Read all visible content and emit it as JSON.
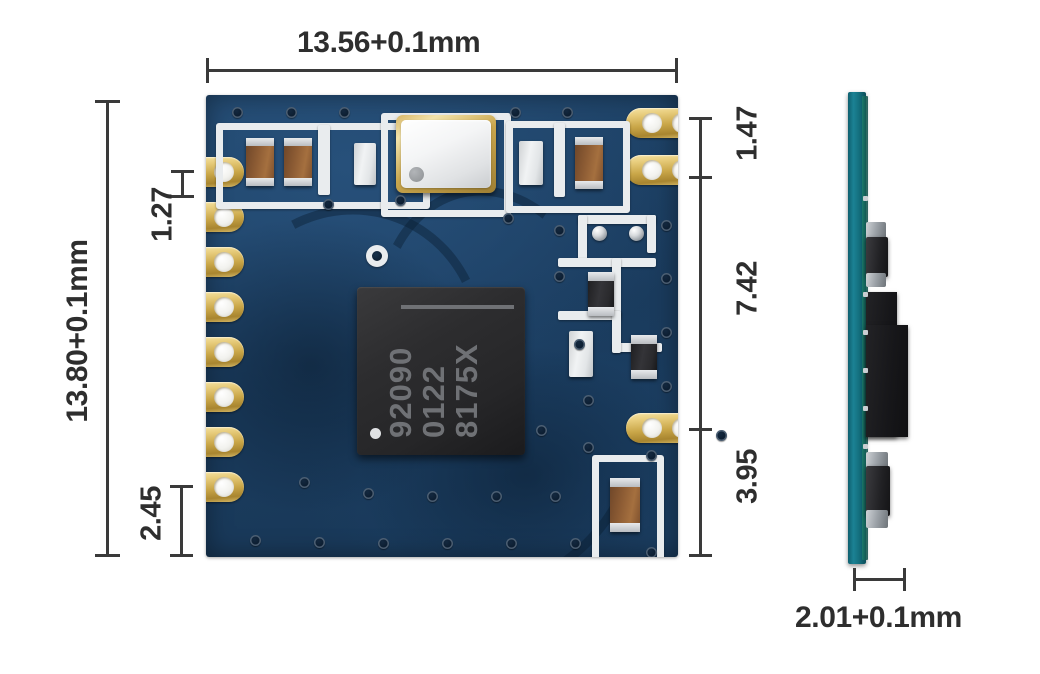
{
  "drawing": {
    "title": "RF module mechanical dimension drawing",
    "units": "mm",
    "views": {
      "top": "top-view",
      "side": "side-view"
    }
  },
  "dimensions": {
    "top_width": "13.56+0.1mm",
    "left_total_height": "13.80+0.1mm",
    "left_upper_pitch": "1.27",
    "left_lower_segment": "2.45",
    "right_top_segment": "1.47",
    "right_middle_segment": "7.42",
    "right_bottom_segment": "3.95",
    "side_thickness": "2.01+0.1mm"
  },
  "ic": {
    "line1": "92090",
    "line2": "0122",
    "line3": "8175X"
  },
  "colors": {
    "pcb_blue": "#1b3d60",
    "pcb_edge_teal": "#14707f",
    "gold_pad": "#c9a648",
    "silkscreen_white": "#e9ecee",
    "ic_black": "#2d2d2f",
    "capacitor_brown": "#8d5c34",
    "dimension_gray": "#3a3a3a"
  },
  "components": {
    "crystal": "crystal-oscillator-can",
    "ic": "rf-transceiver-ic",
    "left_pads_count": 8,
    "right_pads_count": 3
  }
}
